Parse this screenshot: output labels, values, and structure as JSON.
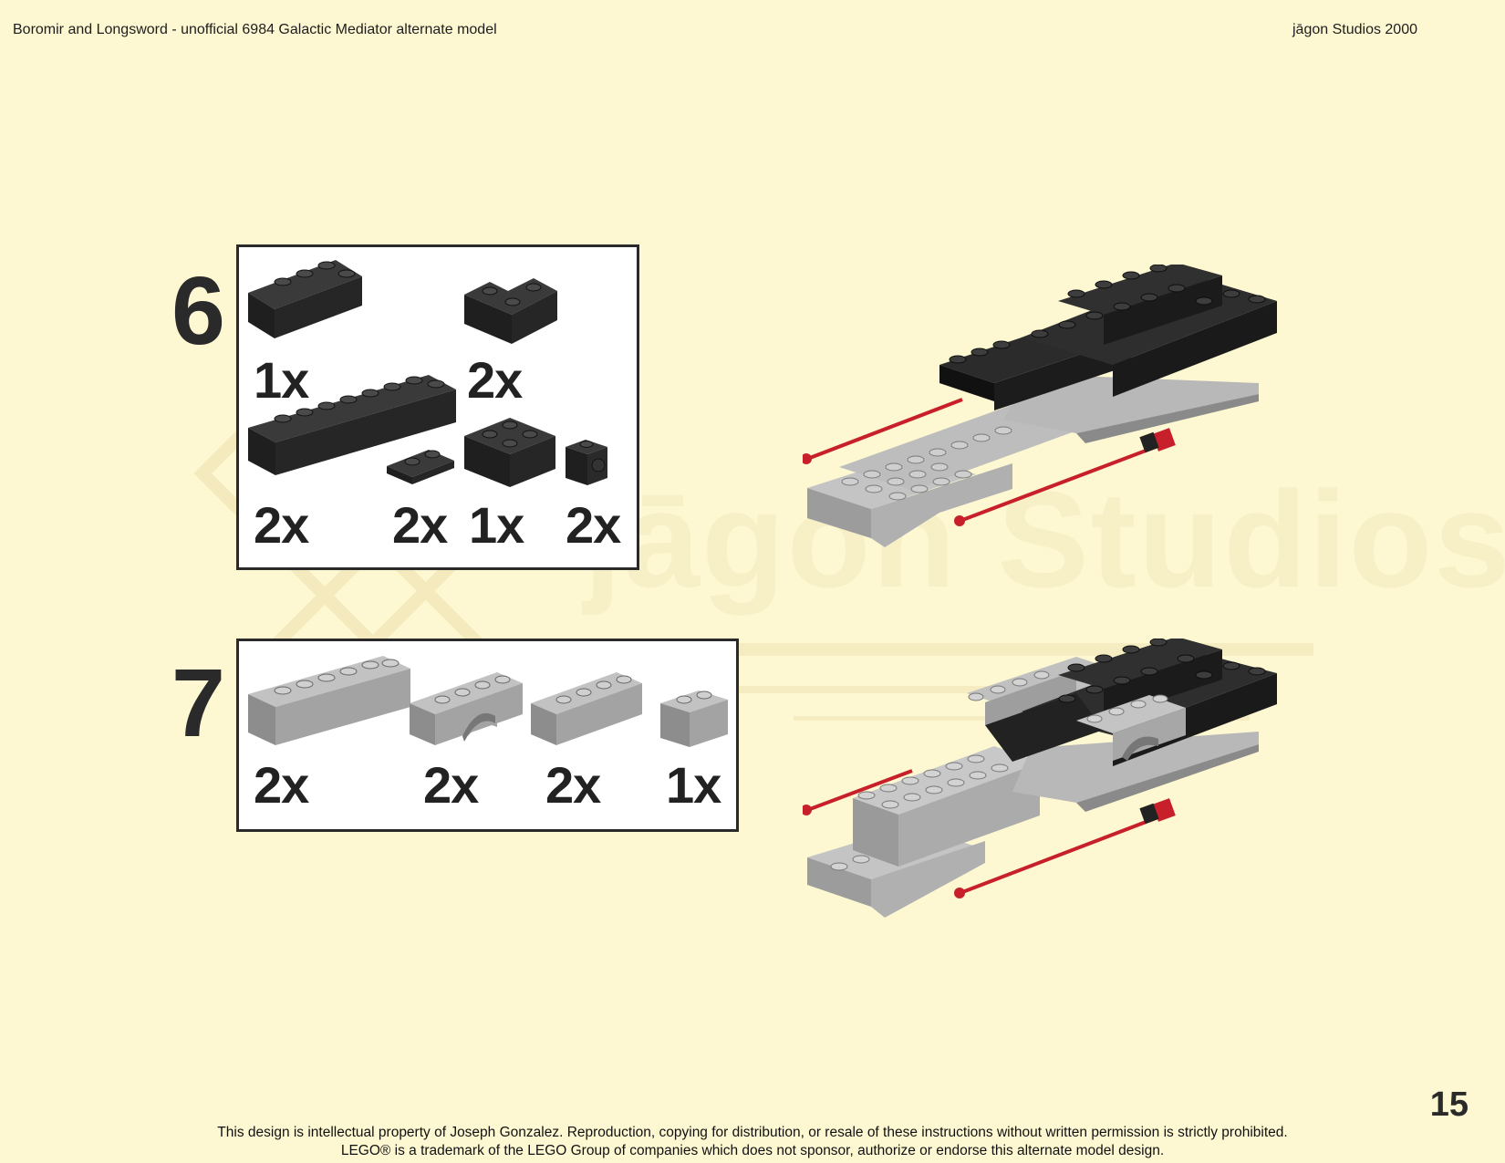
{
  "header": {
    "title": "Boromir and Longsword - unofficial 6984 Galactic Mediator alternate model",
    "studio": "jāgon Studios 2000"
  },
  "watermark": {
    "text": "jāgon Studios"
  },
  "steps": [
    {
      "number": "6",
      "parts": [
        {
          "name": "1x4 brick",
          "color": "black",
          "qty": "1x"
        },
        {
          "name": "2x2 corner brick",
          "color": "black",
          "qty": "2x"
        },
        {
          "name": "1x8 brick",
          "color": "black",
          "qty": "2x"
        },
        {
          "name": "1x2 plate",
          "color": "black",
          "qty": "2x"
        },
        {
          "name": "2x2 brick",
          "color": "black",
          "qty": "1x"
        },
        {
          "name": "1x1 brick with side stud",
          "color": "black",
          "qty": "2x"
        }
      ]
    },
    {
      "number": "7",
      "parts": [
        {
          "name": "1x6 brick",
          "color": "light gray",
          "qty": "2x"
        },
        {
          "name": "1x4 arch",
          "color": "light gray",
          "qty": "2x"
        },
        {
          "name": "1x4 brick",
          "color": "light gray",
          "qty": "2x"
        },
        {
          "name": "1x2 brick",
          "color": "light gray",
          "qty": "1x"
        }
      ]
    }
  ],
  "colors": {
    "background": "#fdf8d2",
    "black_brick": "#1b1b1b",
    "gray_brick": "#9a9a9a",
    "antenna_red": "#c8202a"
  },
  "page_number": "15",
  "footer": {
    "line1": "This design is intellectual property of Joseph Gonzalez.  Reproduction, copying for distribution, or resale of these instructions without written permission is strictly prohibited.",
    "line2": "LEGO® is a trademark of the LEGO Group of companies which does not sponsor, authorize or endorse this alternate model design."
  }
}
